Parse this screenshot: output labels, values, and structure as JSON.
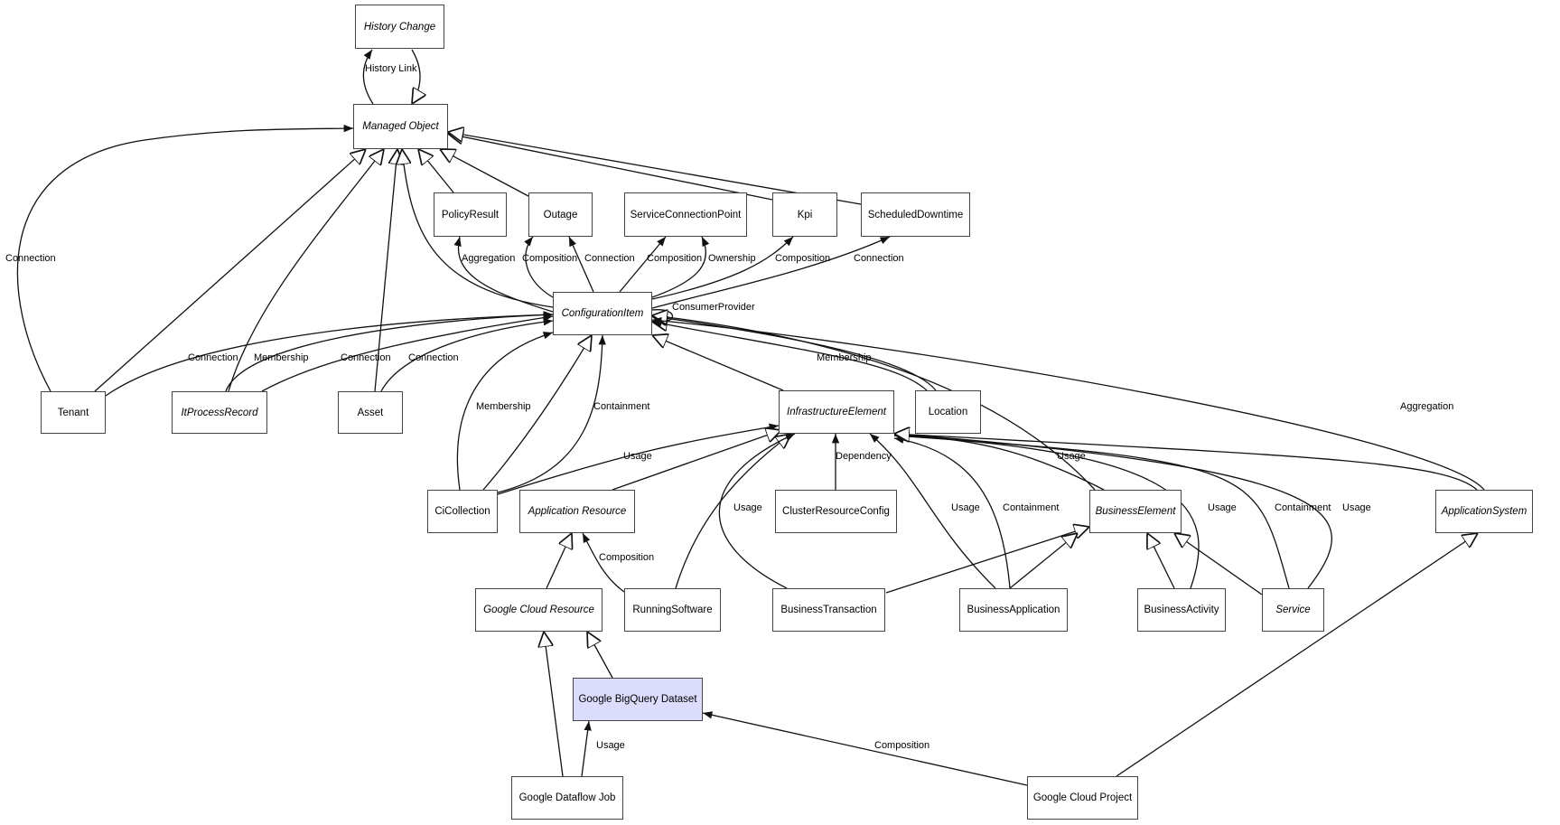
{
  "diagram": {
    "title": "",
    "highlight_color": "#dcdcfc",
    "nodes": [
      {
        "id": "history_change",
        "label": "History Change",
        "abstract": true
      },
      {
        "id": "managed_object",
        "label": "Managed Object",
        "abstract": true
      },
      {
        "id": "policy_result",
        "label": "PolicyResult",
        "abstract": false
      },
      {
        "id": "outage",
        "label": "Outage",
        "abstract": false
      },
      {
        "id": "service_connection_point",
        "label": "ServiceConnectionPoint",
        "abstract": false
      },
      {
        "id": "kpi",
        "label": "Kpi",
        "abstract": false
      },
      {
        "id": "scheduled_downtime",
        "label": "ScheduledDowntime",
        "abstract": false
      },
      {
        "id": "configuration_item",
        "label": "ConfigurationItem",
        "abstract": true
      },
      {
        "id": "tenant",
        "label": "Tenant",
        "abstract": false
      },
      {
        "id": "it_process_record",
        "label": "ItProcessRecord",
        "abstract": true
      },
      {
        "id": "asset",
        "label": "Asset",
        "abstract": false
      },
      {
        "id": "infrastructure_element",
        "label": "InfrastructureElement",
        "abstract": true
      },
      {
        "id": "location",
        "label": "Location",
        "abstract": false
      },
      {
        "id": "ci_collection",
        "label": "CiCollection",
        "abstract": false
      },
      {
        "id": "application_resource",
        "label": "Application Resource",
        "abstract": true
      },
      {
        "id": "cluster_resource_config",
        "label": "ClusterResourceConfig",
        "abstract": false
      },
      {
        "id": "business_element",
        "label": "BusinessElement",
        "abstract": true
      },
      {
        "id": "application_system",
        "label": "ApplicationSystem",
        "abstract": true
      },
      {
        "id": "google_cloud_resource",
        "label": "Google Cloud Resource",
        "abstract": true
      },
      {
        "id": "running_software",
        "label": "RunningSoftware",
        "abstract": false
      },
      {
        "id": "business_transaction",
        "label": "BusinessTransaction",
        "abstract": false
      },
      {
        "id": "business_application",
        "label": "BusinessApplication",
        "abstract": false
      },
      {
        "id": "business_activity",
        "label": "BusinessActivity",
        "abstract": false
      },
      {
        "id": "service",
        "label": "Service",
        "abstract": true
      },
      {
        "id": "google_bigquery_dataset",
        "label": "Google BigQuery Dataset",
        "abstract": false,
        "highlighted": true
      },
      {
        "id": "google_dataflow_job",
        "label": "Google Dataflow Job",
        "abstract": false
      },
      {
        "id": "google_cloud_project",
        "label": "Google Cloud Project",
        "abstract": false
      }
    ],
    "edges": [
      {
        "from": "managed_object",
        "to": "history_change",
        "label": "History Link",
        "arrow": "association"
      },
      {
        "from": "history_change",
        "to": "managed_object",
        "label": "",
        "arrow": "inheritance"
      },
      {
        "from": "tenant",
        "to": "managed_object",
        "label": "Connection",
        "arrow": "association"
      },
      {
        "from": "tenant",
        "to": "managed_object",
        "label": "",
        "arrow": "inheritance"
      },
      {
        "from": "it_process_record",
        "to": "managed_object",
        "label": "",
        "arrow": "inheritance"
      },
      {
        "from": "asset",
        "to": "managed_object",
        "label": "",
        "arrow": "inheritance"
      },
      {
        "from": "configuration_item",
        "to": "managed_object",
        "label": "",
        "arrow": "inheritance"
      },
      {
        "from": "policy_result",
        "to": "managed_object",
        "label": "",
        "arrow": "inheritance"
      },
      {
        "from": "outage",
        "to": "managed_object",
        "label": "",
        "arrow": "inheritance"
      },
      {
        "from": "kpi",
        "to": "managed_object",
        "label": "",
        "arrow": "inheritance"
      },
      {
        "from": "scheduled_downtime",
        "to": "managed_object",
        "label": "",
        "arrow": "inheritance"
      },
      {
        "from": "configuration_item",
        "to": "policy_result",
        "label": "Aggregation",
        "arrow": "association"
      },
      {
        "from": "configuration_item",
        "to": "outage",
        "label": "Composition",
        "arrow": "association"
      },
      {
        "from": "configuration_item",
        "to": "outage",
        "label": "Connection",
        "arrow": "association"
      },
      {
        "from": "configuration_item",
        "to": "service_connection_point",
        "label": "Composition",
        "arrow": "association"
      },
      {
        "from": "configuration_item",
        "to": "service_connection_point",
        "label": "Ownership",
        "arrow": "association"
      },
      {
        "from": "configuration_item",
        "to": "kpi",
        "label": "Composition",
        "arrow": "association"
      },
      {
        "from": "configuration_item",
        "to": "scheduled_downtime",
        "label": "Connection",
        "arrow": "association"
      },
      {
        "from": "configuration_item",
        "to": "configuration_item",
        "label": "ConsumerProvider",
        "arrow": "inheritance"
      },
      {
        "from": "tenant",
        "to": "configuration_item",
        "label": "Connection",
        "arrow": "association"
      },
      {
        "from": "it_process_record",
        "to": "configuration_item",
        "label": "Membership",
        "arrow": "association"
      },
      {
        "from": "it_process_record",
        "to": "configuration_item",
        "label": "Connection",
        "arrow": "association"
      },
      {
        "from": "asset",
        "to": "configuration_item",
        "label": "Connection",
        "arrow": "association"
      },
      {
        "from": "ci_collection",
        "to": "configuration_item",
        "label": "Membership",
        "arrow": "association"
      },
      {
        "from": "ci_collection",
        "to": "configuration_item",
        "label": "",
        "arrow": "inheritance"
      },
      {
        "from": "ci_collection",
        "to": "configuration_item",
        "label": "Containment",
        "arrow": "association"
      },
      {
        "from": "infrastructure_element",
        "to": "configuration_item",
        "label": "",
        "arrow": "inheritance"
      },
      {
        "from": "location",
        "to": "configuration_item",
        "label": "Membership",
        "arrow": "association"
      },
      {
        "from": "location",
        "to": "configuration_item",
        "label": "",
        "arrow": "inheritance"
      },
      {
        "from": "business_element",
        "to": "configuration_item",
        "label": "",
        "arrow": "inheritance"
      },
      {
        "from": "application_system",
        "to": "configuration_item",
        "label": "Aggregation",
        "arrow": "association"
      },
      {
        "from": "ci_collection",
        "to": "infrastructure_element",
        "label": "Usage",
        "arrow": "association"
      },
      {
        "from": "application_resource",
        "to": "infrastructure_element",
        "label": "",
        "arrow": "inheritance"
      },
      {
        "from": "running_software",
        "to": "infrastructure_element",
        "label": "",
        "arrow": "inheritance"
      },
      {
        "from": "business_transaction",
        "to": "infrastructure_element",
        "label": "Usage",
        "arrow": "association"
      },
      {
        "from": "cluster_resource_config",
        "to": "infrastructure_element",
        "label": "Dependency",
        "arrow": "association"
      },
      {
        "from": "business_application",
        "to": "infrastructure_element",
        "label": "Usage",
        "arrow": "association"
      },
      {
        "from": "business_application",
        "to": "infrastructure_element",
        "label": "Containment",
        "arrow": "association"
      },
      {
        "from": "business_element",
        "to": "infrastructure_element",
        "label": "Usage",
        "arrow": "association"
      },
      {
        "from": "business_activity",
        "to": "infrastructure_element",
        "label": "Usage",
        "arrow": "association"
      },
      {
        "from": "service",
        "to": "infrastructure_element",
        "label": "Containment",
        "arrow": "association"
      },
      {
        "from": "service",
        "to": "infrastructure_element",
        "label": "Usage",
        "arrow": "association"
      },
      {
        "from": "application_system",
        "to": "infrastructure_element",
        "label": "",
        "arrow": "inheritance"
      },
      {
        "from": "google_cloud_resource",
        "to": "application_resource",
        "label": "",
        "arrow": "inheritance"
      },
      {
        "from": "running_software",
        "to": "application_resource",
        "label": "Composition",
        "arrow": "association"
      },
      {
        "from": "business_transaction",
        "to": "business_element",
        "label": "",
        "arrow": "inheritance"
      },
      {
        "from": "business_application",
        "to": "business_element",
        "label": "",
        "arrow": "inheritance"
      },
      {
        "from": "business_activity",
        "to": "business_element",
        "label": "",
        "arrow": "inheritance"
      },
      {
        "from": "service",
        "to": "business_element",
        "label": "",
        "arrow": "inheritance"
      },
      {
        "from": "google_cloud_project",
        "to": "application_system",
        "label": "",
        "arrow": "inheritance"
      },
      {
        "from": "google_bigquery_dataset",
        "to": "google_cloud_resource",
        "label": "",
        "arrow": "inheritance"
      },
      {
        "from": "google_dataflow_job",
        "to": "google_cloud_resource",
        "label": "",
        "arrow": "inheritance"
      },
      {
        "from": "google_dataflow_job",
        "to": "google_bigquery_dataset",
        "label": "Usage",
        "arrow": "association"
      },
      {
        "from": "google_cloud_project",
        "to": "google_bigquery_dataset",
        "label": "Composition",
        "arrow": "association"
      }
    ]
  }
}
